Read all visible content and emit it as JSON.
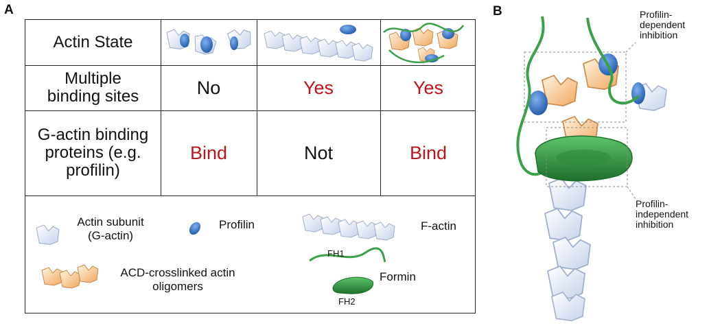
{
  "panels": {
    "a": "A",
    "b": "B"
  },
  "table": {
    "rows": [
      {
        "label": "Actin State"
      },
      {
        "label": "Multiple binding sites",
        "values": [
          "No",
          "Yes",
          "Yes"
        ]
      },
      {
        "label": "G-actin binding proteins (e.g. profilin)",
        "values": [
          "Bind",
          "Not",
          "Bind"
        ]
      }
    ]
  },
  "legend": {
    "actin_subunit": "Actin subunit (G-actin)",
    "profilin": "Profilin",
    "f_actin": "F-actin",
    "acd": "ACD-crosslinked actin oligomers",
    "fh1": "FH1",
    "fh2": "FH2",
    "formin": "Formin"
  },
  "panel_b": {
    "profilin_dependent": "Profilin-dependent inhibition",
    "profilin_independent": "Profilin-independent inhibition"
  },
  "colors": {
    "actin": "#dfe6f4",
    "actin_edge": "#9fb0cc",
    "acd_actin": "#f2b97a",
    "profilin": "#2f6fc4",
    "formin": "#3aa04a",
    "yes_red": "#c0141a"
  }
}
